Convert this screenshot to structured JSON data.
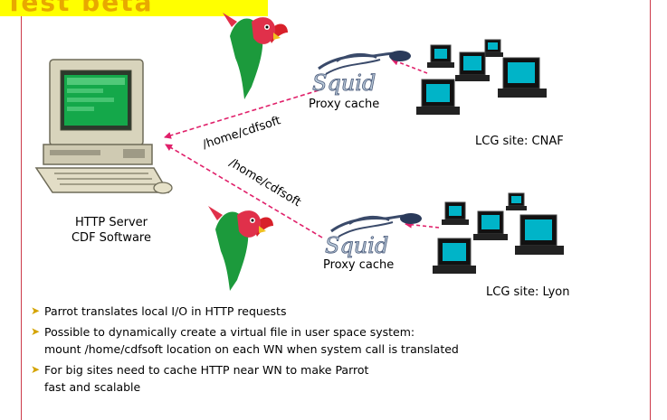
{
  "slide": {
    "title": "Test beta"
  },
  "colors": {
    "title_bg": "#ffff00",
    "frame": "#cc3a4a",
    "arrow": "#e0206a",
    "bullet": "#d4a300",
    "screen": "#00b4c8"
  },
  "diagram": {
    "server_label": [
      "HTTP Server",
      "CDF Software"
    ],
    "path_label_top": "/home/cdfsoft",
    "path_label_bottom": "/home/cdfsoft",
    "proxy_top": "Proxy cache",
    "proxy_bottom": "Proxy cache",
    "proxy_logo": "Squid",
    "site_top": "LCG site: CNAF",
    "site_bottom": "LCG site: Lyon",
    "icons": [
      "parrot-icon",
      "squid-logo-icon",
      "computer-icon",
      "workstation-cluster-icon"
    ]
  },
  "bullets": [
    [
      "Parrot translates local I/O in HTTP requests"
    ],
    [
      "Possible to dynamically create a virtual file in user space system:",
      "mount /home/cdfsoft location on each WN when system call is translated"
    ],
    [
      "For big sites need to cache HTTP near WN to make Parrot",
      "fast and scalable"
    ]
  ]
}
